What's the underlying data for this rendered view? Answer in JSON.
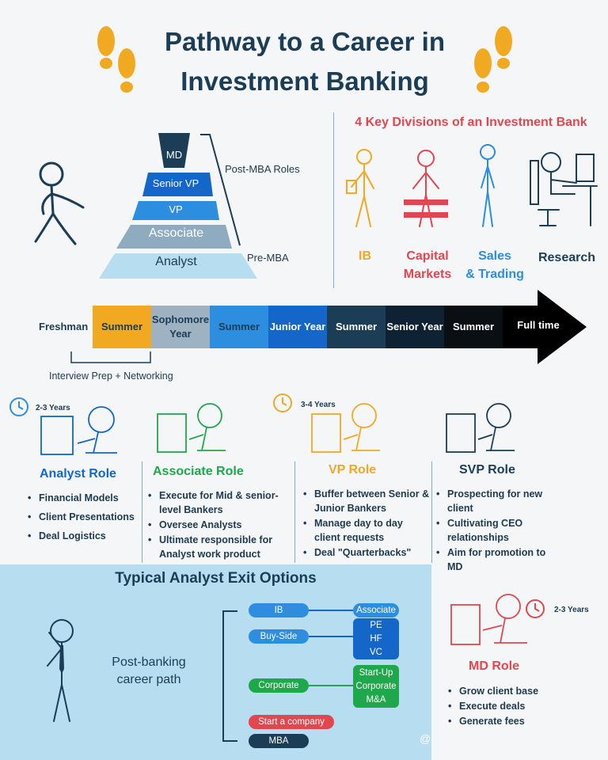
{
  "title_line1": "Pathway to a Career in",
  "title_line2": "Investment Banking",
  "pyramid": {
    "levels": [
      "MD",
      "Senior VP",
      "VP",
      "Associate",
      "Analyst"
    ],
    "post_mba_label": "Post-MBA Roles",
    "pre_mba_label": "Pre-MBA"
  },
  "divisions": {
    "title": "4 Key Divisions of an Investment Bank",
    "items": [
      {
        "label": "IB",
        "color": "#f2a922"
      },
      {
        "label": "Capital\nMarkets",
        "color": "#e2474f"
      },
      {
        "label": "Sales\n& Trading",
        "color": "#2d8ee0"
      },
      {
        "label": "Research",
        "color": "#1b3d55"
      }
    ]
  },
  "timeline": {
    "start": "Freshman",
    "segments": [
      "Summer",
      "Sophomore Year",
      "Summer",
      "Junior Year",
      "Summer",
      "Senior Year",
      "Summer",
      "Full time"
    ],
    "bracket_label": "Interview Prep + Networking"
  },
  "roles": {
    "analyst": {
      "years": "2-3 Years",
      "title": "Analyst Role",
      "items": [
        "Financial Models",
        "Client Presentations",
        "Deal Logistics"
      ]
    },
    "associate": {
      "title": "Associate Role",
      "items": [
        "Execute for Mid & senior-level Bankers",
        "Oversee Analysts",
        "Ultimate responsible for Analyst work product"
      ]
    },
    "vp": {
      "years": "3-4 Years",
      "title": "VP Role",
      "items": [
        "Buffer between Senior & Junior Bankers",
        "Manage day to day client requests",
        "Deal \"Quarterbacks\""
      ]
    },
    "svp": {
      "title": "SVP Role",
      "items": [
        "Prospecting for new client",
        "Cultivating CEO relationships",
        "Aim for promotion to MD"
      ]
    },
    "md": {
      "years": "2-3 Years",
      "title": "MD Role",
      "items": [
        "Grow client base",
        "Execute deals",
        "Generate fees"
      ]
    }
  },
  "exit": {
    "title": "Typical Analyst Exit Options",
    "subtitle": "Post-banking career path",
    "paths": [
      "IB",
      "Buy-Side",
      "Corporate",
      "Start a company",
      "MBA"
    ],
    "targets": [
      "Associate",
      "PE\nHF\nVC",
      "Start-Up\nCorporate\nM&A"
    ]
  },
  "watermark": "@"
}
